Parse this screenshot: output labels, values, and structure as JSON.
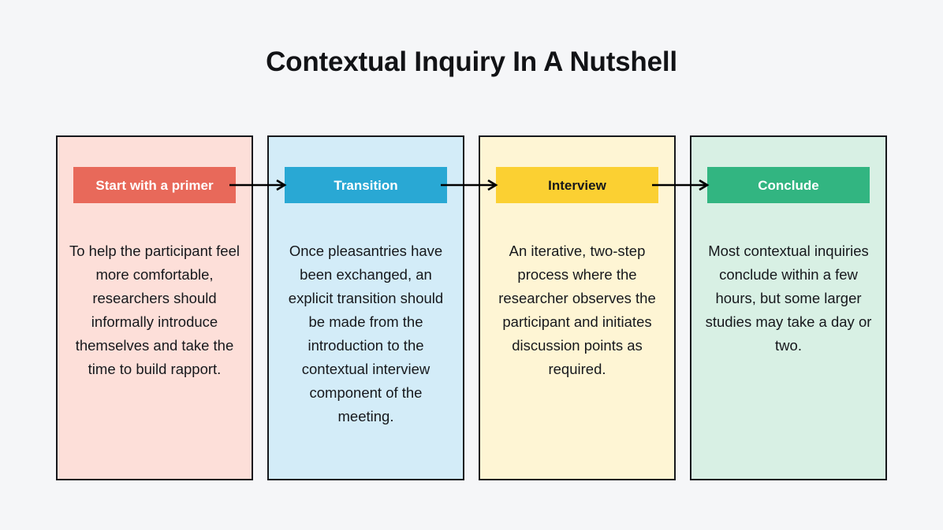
{
  "page": {
    "title": "Contextual Inquiry In A Nutshell",
    "background_color": "#f5f6f8",
    "text_color": "#16181c"
  },
  "flow": {
    "connector_icon": "arrow-right-icon",
    "connector_color": "#000000",
    "stages": [
      {
        "id": "start-with-a-primer",
        "header_label": "Start with a primer",
        "body": "To help the participant feel more comfortable, researchers should informally introduce themselves and take the time to build rapport.",
        "panel_color": "#fddfd9",
        "header_color": "#e8695a",
        "header_text_color": "#ffffff"
      },
      {
        "id": "transition",
        "header_label": "Transition",
        "body": "Once pleasantries have been exchanged, an explicit transition should be made from the introduction to the contextual interview component of the meeting.",
        "panel_color": "#d3ecf8",
        "header_color": "#29a8d4",
        "header_text_color": "#ffffff"
      },
      {
        "id": "interview",
        "header_label": "Interview",
        "body": "An iterative, two-step process where the researcher observes the participant and initiates discussion points as required.",
        "panel_color": "#fef5d4",
        "header_color": "#fbd032",
        "header_text_color": "#16181c"
      },
      {
        "id": "conclude",
        "header_label": "Conclude",
        "body": "Most contextual inquiries conclude within a few hours, but some larger studies may take a day or two.",
        "panel_color": "#d8f0e4",
        "header_color": "#32b581",
        "header_text_color": "#ffffff"
      }
    ]
  }
}
